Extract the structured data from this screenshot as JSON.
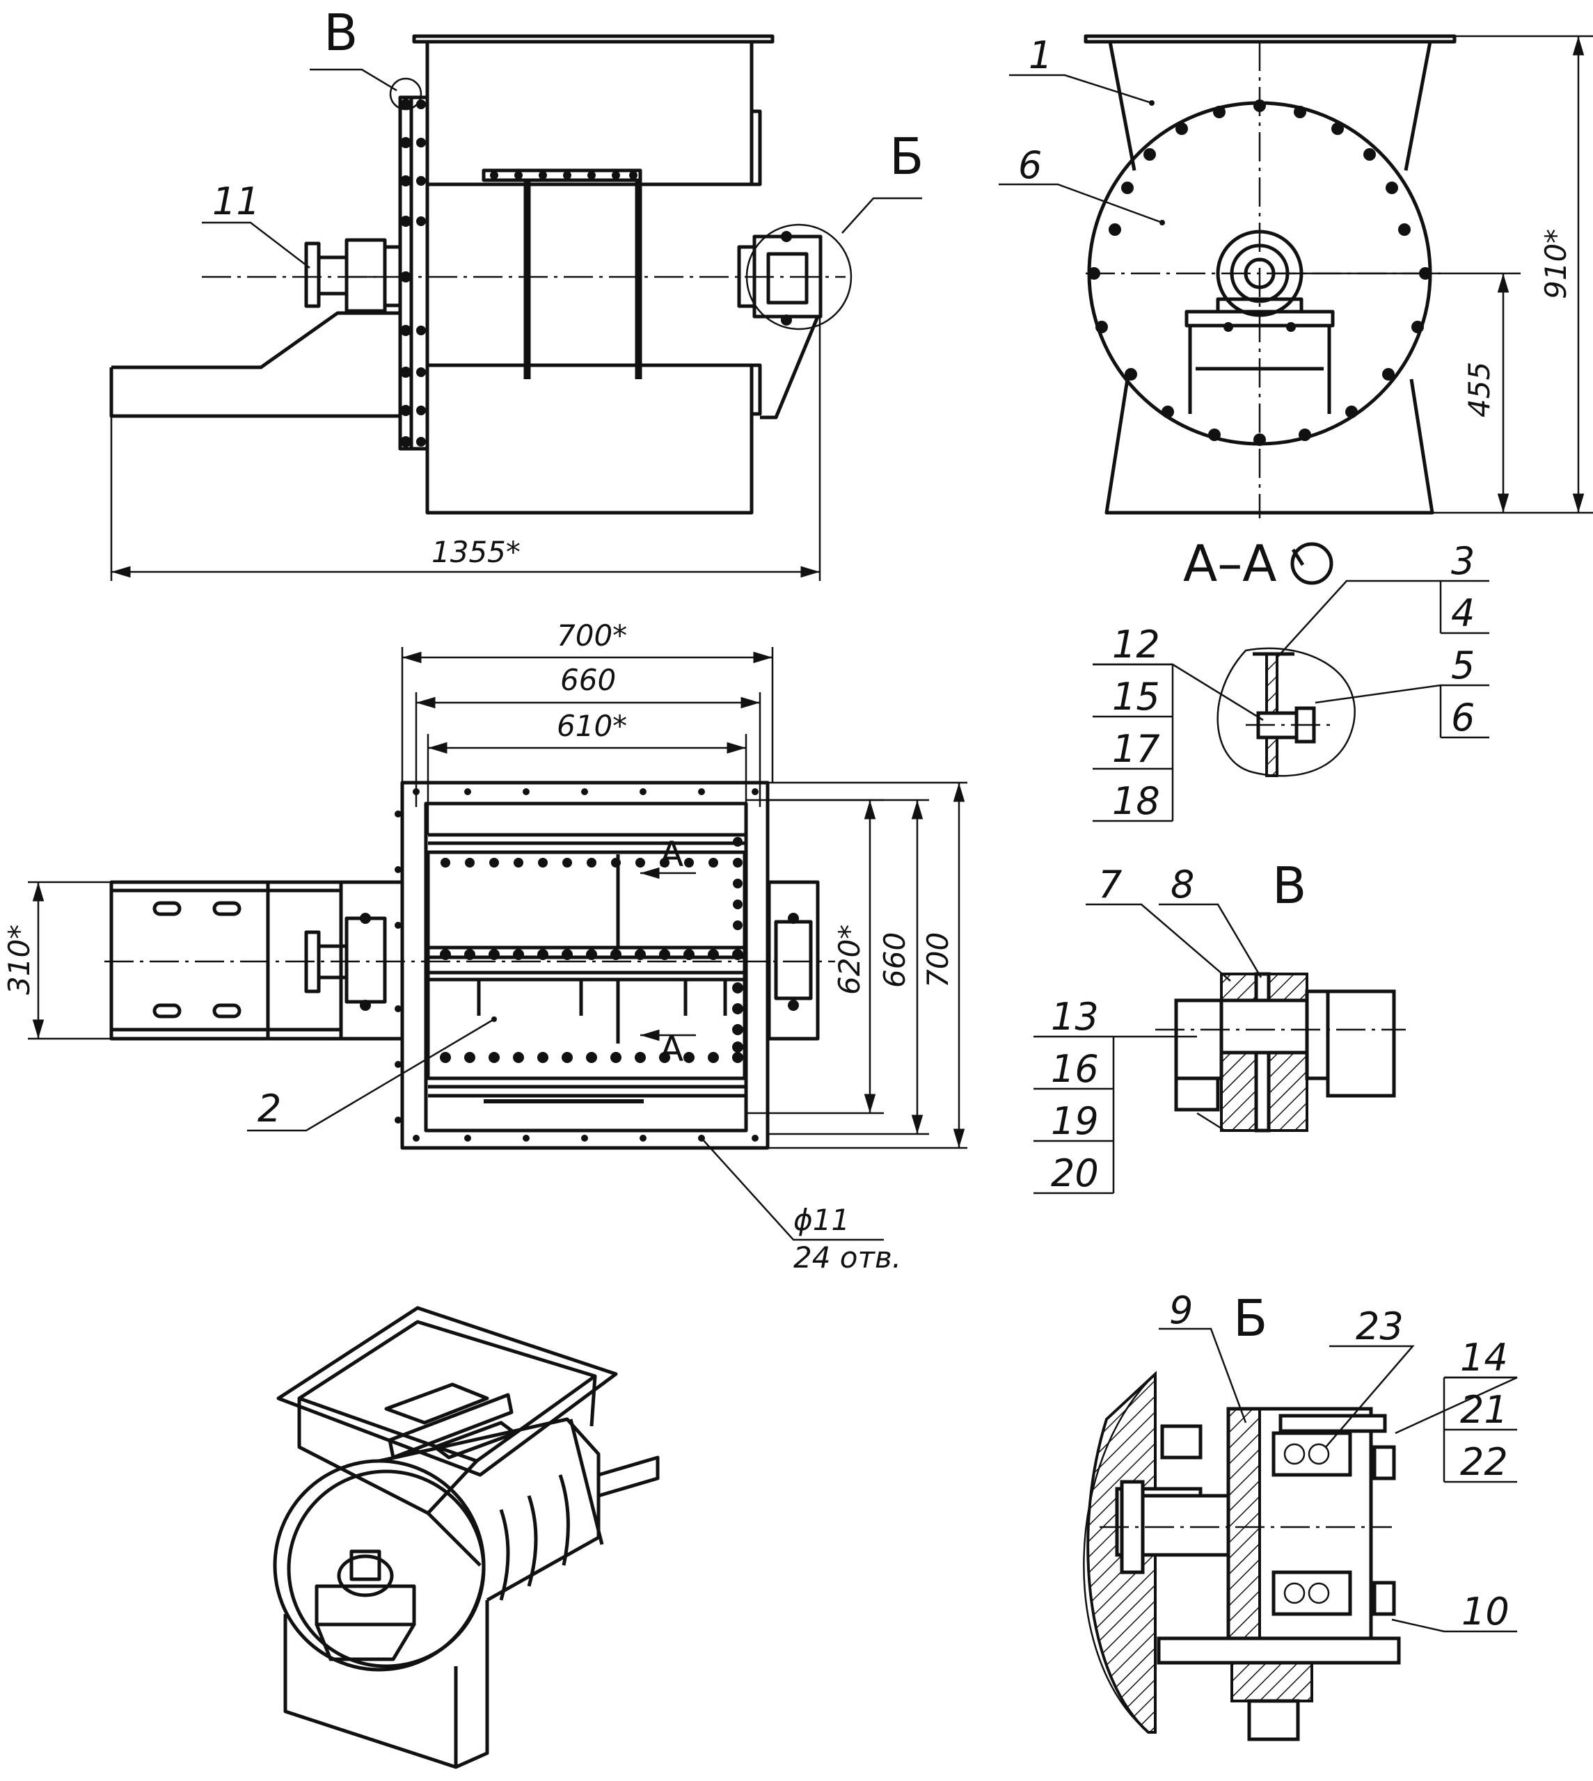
{
  "views": {
    "front_callout_b": "B",
    "front_callout_bh": "Б",
    "section_title": "А–А",
    "section_marker_a1": "А",
    "section_marker_a2": "А",
    "detail_b_title": "В",
    "detail_bh_title": "Б"
  },
  "dimensions": {
    "overall_length": "1355*",
    "height_total": "910*",
    "height_axis": "455",
    "width_700": "700*",
    "width_660": "660",
    "width_610": "610*",
    "depth_620": "620*",
    "depth_660": "660",
    "depth_700": "700",
    "drive_frame_310": "310*",
    "hole_diameter": "ϕ11",
    "hole_count": "24 отв."
  },
  "part_numbers": {
    "p1": "1",
    "p2": "2",
    "p3": "3",
    "p4": "4",
    "p5": "5",
    "p6a": "6",
    "p6b": "6",
    "p7": "7",
    "p8": "8",
    "p9": "9",
    "p10": "10",
    "p11": "11",
    "p12": "12",
    "p13": "13",
    "p14": "14",
    "p15": "15",
    "p16": "16",
    "p17": "17",
    "p18": "18",
    "p19": "19",
    "p20": "20",
    "p21": "21",
    "p22": "22",
    "p23": "23"
  }
}
